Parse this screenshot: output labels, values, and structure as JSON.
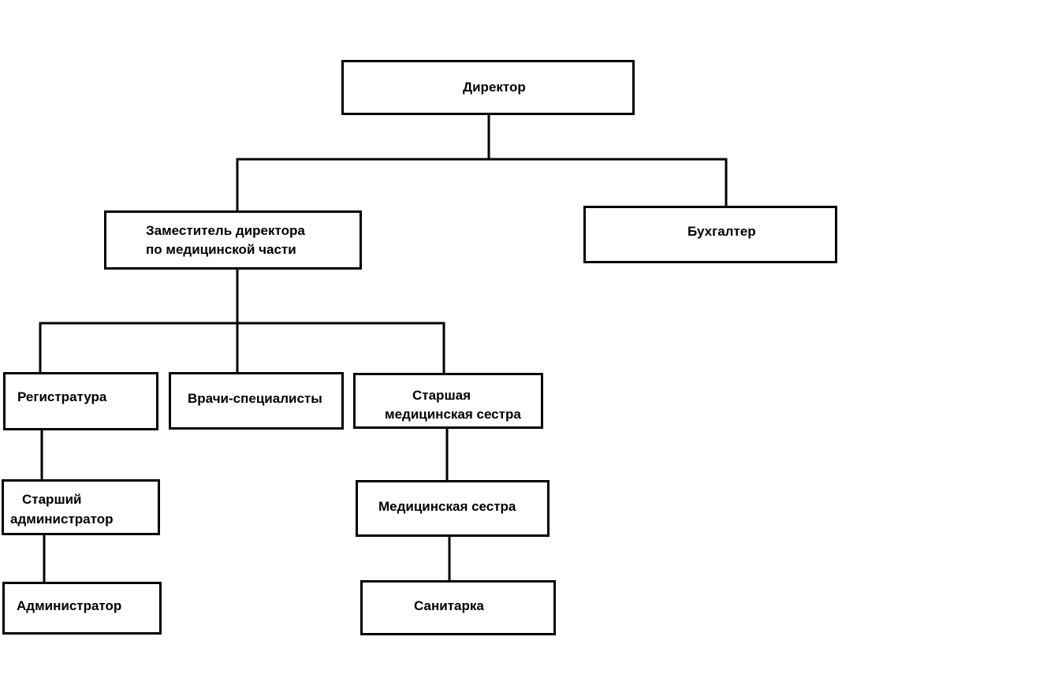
{
  "diagram": {
    "nodes": {
      "director": [
        "Директор"
      ],
      "deputy": [
        "Заместитель директора",
        "по медицинской части"
      ],
      "accountant": [
        "Бухгалтер"
      ],
      "registry": [
        "Регистратура"
      ],
      "doctors": [
        "Врачи-специалисты"
      ],
      "head_nurse": [
        "Старшая",
        "медицинская сестра"
      ],
      "senior_admin": [
        "Старший",
        "администратор"
      ],
      "nurse": [
        "Медицинская сестра"
      ],
      "admin": [
        "Администратор"
      ],
      "orderly": [
        "Санитарка"
      ]
    }
  }
}
